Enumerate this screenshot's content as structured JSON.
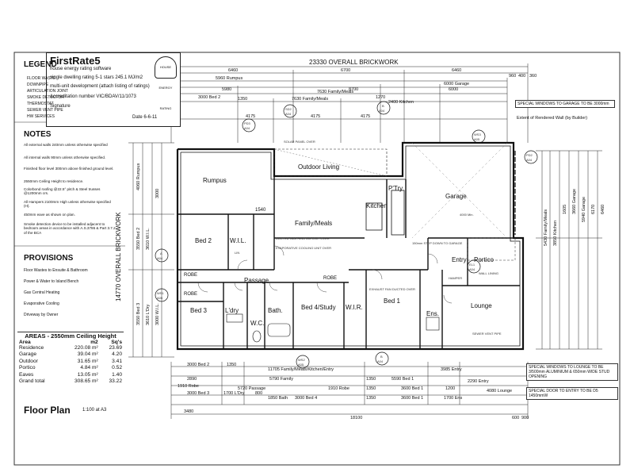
{
  "stamp": {
    "brand": "FirstRate5",
    "subtitle": "house energy rating software",
    "line1": "single dwelling rating 5-1 stars 245.1 MJ/m2",
    "line2": "multi-unit development (attach listing of ratings)",
    "line3": "Accreditation number VIC/BDAV/11/1073",
    "line4": "Signature",
    "line5": "Date 6-6-11",
    "logo": "HOUSE ENERGY RATING"
  },
  "legend": {
    "title": "LEGEND",
    "items": [
      "FLOOR WASTE",
      "DOWNPIPE",
      "ARTICULATION JOINT",
      "SMOKE DETECTOR",
      "THERMOSTAT",
      "SEWER VENT PIPE",
      "HW SERVICES"
    ]
  },
  "notes": {
    "title": "NOTES",
    "items": [
      "All external walls 240mm unless otherwise specified",
      "All internal walls 90mm unless otherwise specified.",
      "Finished floor level 300mm above finished ground level.",
      "2550mm Ceiling Height to residence.",
      "Colorbond roofing @22.5° pitch & Steel trusses @1200mm crs.",
      "All Hampers 2100mm High unless otherwise specified (H).",
      "450mm eave as shown on plan.",
      "Smoke detection device to be installed adjacent to bedroom areas in accordance with A.S.3786 & Part 3.7.2 of the BCA"
    ]
  },
  "provisions": {
    "title": "PROVISIONS",
    "items": [
      "Floor Wastes to Ensuite & Bathroom",
      "Power & Water to Island Bench",
      "Gas Central Heating",
      "Evaporative Cooling",
      "Driveway by Owner"
    ]
  },
  "areas": {
    "title": "AREAS - 2550mm Ceiling Height",
    "headers": [
      "Area",
      "m2",
      "Sq's"
    ],
    "rows": [
      [
        "Residence",
        "220.08 m²",
        "23.69"
      ],
      [
        "Garage",
        "39.04 m²",
        "4.20"
      ],
      [
        "Outdoor",
        "31.65 m²",
        "3.41"
      ],
      [
        "Portico",
        "4.84 m²",
        "0.52"
      ],
      [
        "Eaves",
        "13.05 m²",
        "1.40"
      ],
      [
        "Grand total",
        "308.65 m²",
        "33.22"
      ]
    ]
  },
  "floorplan": {
    "title": "Floor Plan",
    "scale": "1:100 at A3"
  },
  "dims": {
    "overall": "23330 OVERALL BRICKWORK",
    "side": "14770 OVERALL BRICKWORK",
    "top_row1": [
      "6460",
      "6700",
      "6460",
      "960",
      "400",
      "360"
    ],
    "top_row2": [
      "5960 Rumpus",
      "7630 Family/Meals",
      "6000 Garage"
    ],
    "top_row3": [
      "5980",
      "8700",
      "6000"
    ],
    "top_row4": [
      "3000 Bed 2",
      "1350",
      "7630 Family/Meals",
      "1270",
      "2400 Kitchen"
    ],
    "top_row5": [
      "4175",
      "4175",
      "4175"
    ],
    "bottom_row1": [
      "3000 Bed 2",
      "1350",
      "11705 Family/Meals/Kitchen/Entry",
      "3985 Entry"
    ],
    "bottom_row2": [
      "2890",
      "5790 Family",
      "1350",
      "5590 Bed 1",
      "2290 Entry"
    ],
    "bottom_row3": [
      "1910 Robe",
      "5720 Passage",
      "1910 Robe",
      "1350",
      "3600 Bed 1",
      "1200",
      "4080 Lounge"
    ],
    "bottom_row4": [
      "3000 Bed 3",
      "1700 L'Dry",
      "800",
      "1850 Bath",
      "3000 Bed 4",
      "1350",
      "3600 Bed 1",
      "1700 Ens"
    ],
    "bottom_row5": [
      "3480",
      "18100",
      "600",
      "900"
    ],
    "right_col": [
      "5430 Family/Meals",
      "3850 Kitchen",
      "1605",
      "3660 Garage",
      "5940 Garage",
      "6170",
      "6460"
    ],
    "left_col": [
      "4060 Rumpus",
      "3550 Bed 2",
      "3610 W.I.L.",
      "3000",
      "3550 Bed 3",
      "3610 L'Dry",
      "3000 W.I.L."
    ]
  },
  "rooms": {
    "rumpus": "Rumpus",
    "outdoor": "Outdoor Living",
    "garage": "Garage",
    "family": "Family/Meals",
    "kitchen": "Kitchen",
    "ptry": "P'Try",
    "bed2": "Bed 2",
    "wil": "W.I.L.",
    "passage": "Passage",
    "entry": "Entry",
    "portico": "Portico",
    "bed3": "Bed 3",
    "ldry": "L'dry",
    "bath": "Bath.",
    "wc": "W.C.",
    "bed4": "Bed 4/Study",
    "wir": "W.I.R.",
    "bed1": "Bed 1",
    "ens": "Ens.",
    "lounge": "Lounge",
    "robe1": "ROBE",
    "robe2": "ROBE",
    "robe3": "ROBE",
    "linen": "LIN"
  },
  "labels": {
    "heating": "DUCTED GAS HEATING UNIT OVER",
    "cooling": "EVAPORATIVE COOLING UNIT OVER",
    "solar": "SOLAR PANEL OVER",
    "rendered": "Extent of Rendered Wall (by Builder)",
    "step": "150mm STEP DOWN TO GARAGE",
    "exhaust": "EXHAUST FAN DUCTED OVER",
    "hamper": "HAMPER",
    "lintel": "WALL LINING",
    "sewer": "SEWER VENT PIPE",
    "dim1540": "1540",
    "dim4000": "4000 Min.",
    "win_garage": "SPECIAL WINDOWS TO GARAGE TO BE 3000mm",
    "win_lounge": "SPECIAL WINDOWS TO LOUNGE TO BE 3/500mm ALUMINIUM & 650mm WIDE STUD OPENING",
    "door_entry": "SPECIAL DOOR TO ENTRY TO BE D5 1450mmW",
    "pd3": "PD3",
    "a04a": "A04",
    "sd2": "SD2",
    "a04b": "A04",
    "ws3": "WS3",
    "a05a": "A05",
    "pd2": "PD2",
    "a04c": "A04",
    "a": "A",
    "a04d": "A04",
    "ws1": "WS1",
    "a05b": "A05",
    "ws2": "WS2",
    "a05c": "A05",
    "b": "B",
    "a04e": "A04",
    "el1": "EL1",
    "a04f": "A04",
    "b2": "B",
    "a04g": "A04"
  }
}
